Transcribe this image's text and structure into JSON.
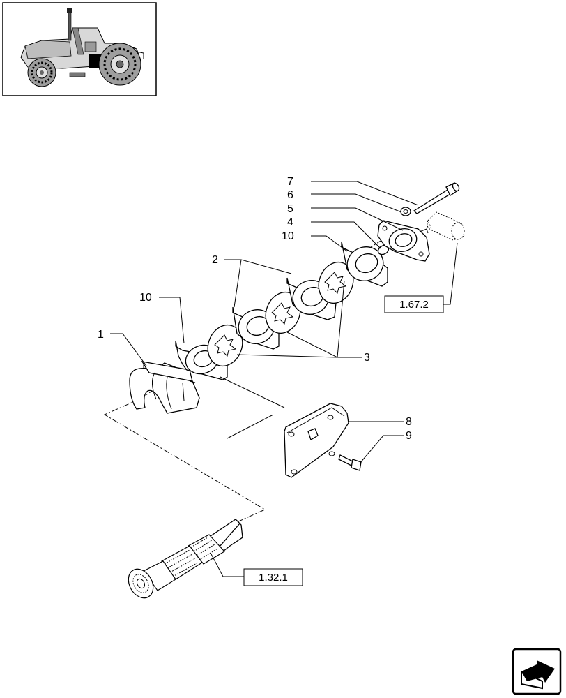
{
  "thumbnail": {
    "icon": "tractor-locator-icon"
  },
  "callouts": [
    {
      "id": "c1",
      "label": "1"
    },
    {
      "id": "c2",
      "label": "2"
    },
    {
      "id": "c3",
      "label": "3"
    },
    {
      "id": "c4",
      "label": "4"
    },
    {
      "id": "c5",
      "label": "5"
    },
    {
      "id": "c6",
      "label": "6"
    },
    {
      "id": "c7",
      "label": "7"
    },
    {
      "id": "c8",
      "label": "8"
    },
    {
      "id": "c9",
      "label": "9"
    },
    {
      "id": "c10a",
      "label": "10"
    },
    {
      "id": "c10b",
      "label": "10"
    }
  ],
  "references": [
    {
      "id": "r1",
      "label": "1.67.2"
    },
    {
      "id": "r2",
      "label": "1.32.1"
    }
  ],
  "nav": {
    "icon": "next-page-arrow-icon"
  }
}
